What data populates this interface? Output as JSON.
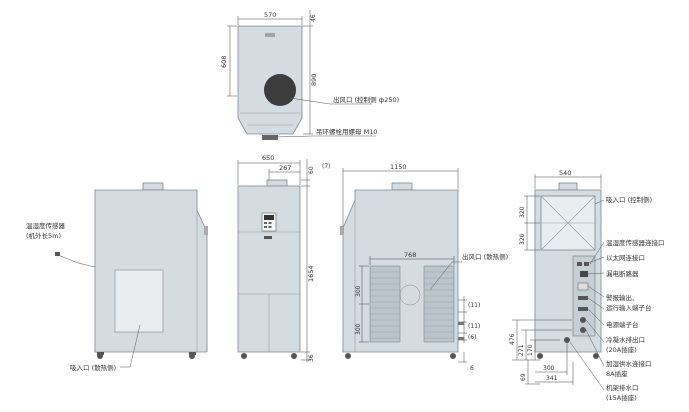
{
  "top_view": {
    "dims": {
      "width": "570",
      "top_gap": "46",
      "depth_left": "608",
      "depth_right": "890"
    },
    "labels": {
      "outlet": "出风口 (控制侧 ф250)",
      "nut": "吊环螺栓用螺母 M10"
    }
  },
  "front_view": {
    "dims": {
      "width": "650",
      "sub_width": "267",
      "top_gap": "60",
      "top_gap2": "(7)",
      "height": "1654",
      "bottom_gap": "36"
    }
  },
  "left_view": {
    "labels": {
      "sensor": "温湿度传感器",
      "sensor_cable": "(机外长5m)",
      "intake": "吸入口 (散热侧)"
    }
  },
  "side_view": {
    "dims": {
      "width": "1150",
      "grille": "768",
      "h1": "300",
      "h2": "300",
      "d1": "(11)",
      "d2": "(11)",
      "d3": "(6)",
      "d4": "6"
    },
    "labels": {
      "outlet": "出风口 (散热侧)"
    }
  },
  "rear_view": {
    "dims": {
      "width": "540",
      "h_top": "320",
      "h_bot": "320",
      "d_476": "476",
      "d_271": "271",
      "d_170": "170",
      "d_69": "69",
      "w_300": "300",
      "w_341": "341"
    },
    "labels": {
      "intake": "吸入口 (控制侧)",
      "sensor_conn": "温湿度传感器连接口",
      "ethernet": "以太网连接口",
      "breaker": "漏电断路器",
      "alarm1": "警报输出、",
      "alarm2": "运行输入端子台",
      "power": "电源端子台",
      "cold_out1": "冷凝水排出口",
      "cold_out2": "(20A插座)",
      "humid_in1": "加湿供水连接口",
      "humid_in2": "8A插座",
      "drain1": "机架排水口",
      "drain2": "(15A插座)"
    }
  }
}
